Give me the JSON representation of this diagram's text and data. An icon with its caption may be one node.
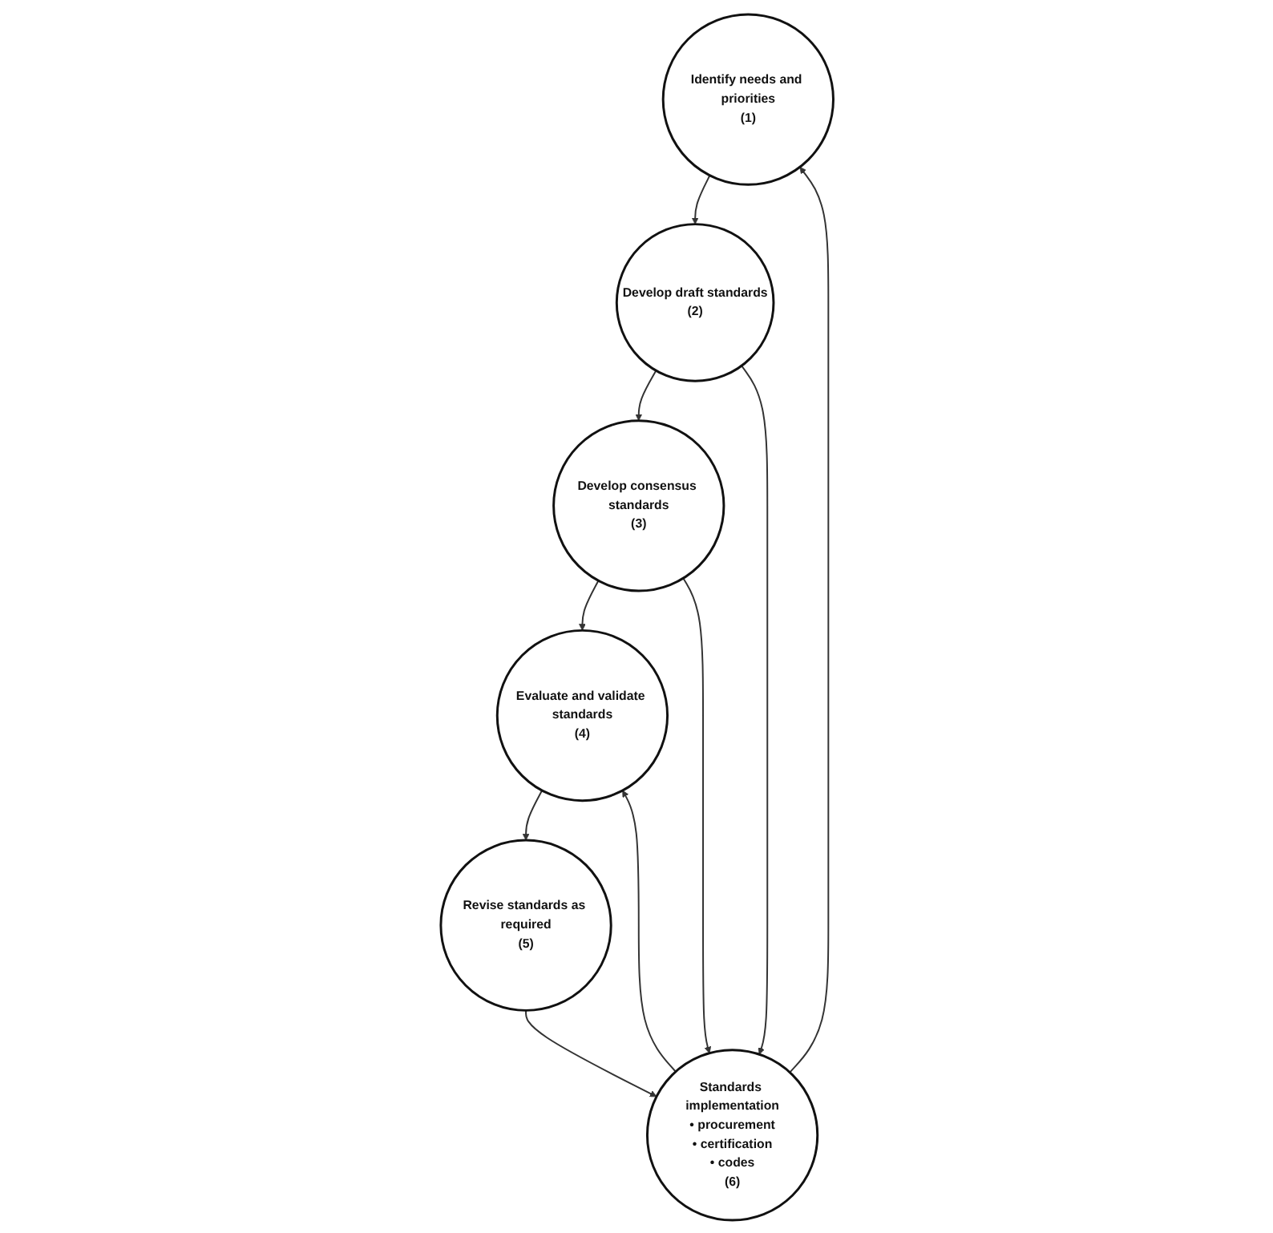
{
  "diagram": {
    "nodes": [
      {
        "text": [
          "Identify needs and priorities",
          "(1)"
        ]
      },
      {
        "text": [
          "Develop draft standards",
          "(2)"
        ]
      },
      {
        "text": [
          "Develop consensus standards",
          "(3)"
        ]
      },
      {
        "text": [
          "Evaluate and validate standards",
          "(4)"
        ]
      },
      {
        "text": [
          "Revise standards as required",
          "(5)"
        ]
      },
      {
        "text": [
          "Standards implementation",
          "• procurement",
          "• certification",
          "• codes",
          "(6)"
        ]
      }
    ],
    "edges": [
      {
        "from": 0,
        "to": 1,
        "arrow": "to"
      },
      {
        "from": 1,
        "to": 2,
        "arrow": "to"
      },
      {
        "from": 2,
        "to": 3,
        "arrow": "to"
      },
      {
        "from": 3,
        "to": 4,
        "arrow": "to"
      },
      {
        "from": 4,
        "to": 5,
        "arrow": "to"
      },
      {
        "from": 5,
        "to": 0,
        "arrow": "to"
      },
      {
        "from": 1,
        "to": 5,
        "arrow": "to"
      },
      {
        "from": 2,
        "to": 5,
        "arrow": "to"
      },
      {
        "from": 5,
        "to": 3,
        "arrow": "to"
      }
    ]
  }
}
